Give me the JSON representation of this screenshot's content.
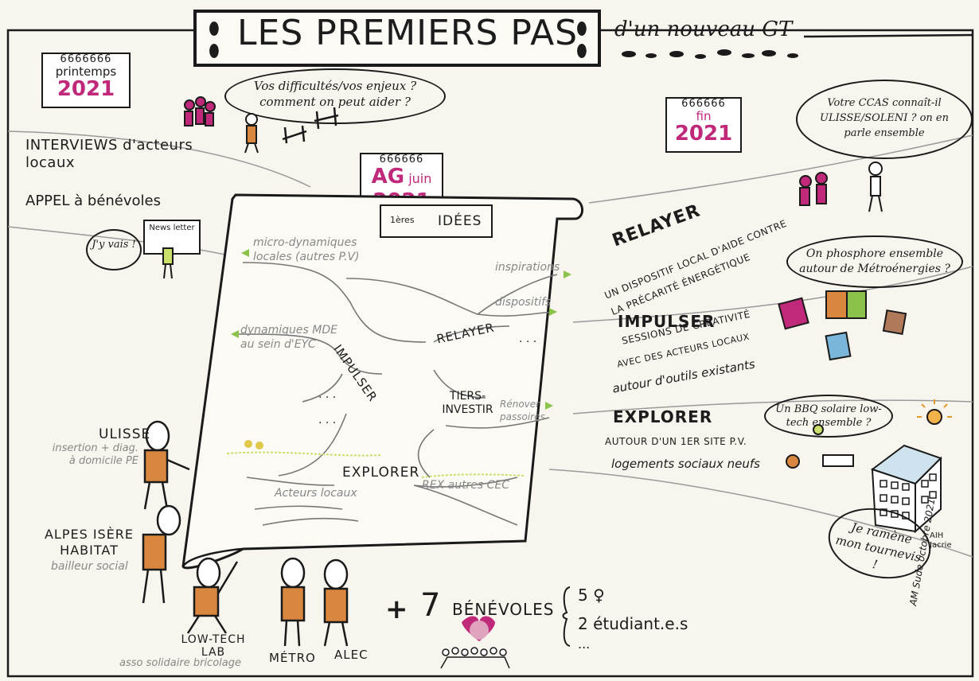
{
  "title": {
    "main": "LES PREMIERS PAS",
    "sub": "d'un nouveau GT"
  },
  "calendars": {
    "spring": {
      "rings": "6666666",
      "month": "printemps",
      "year": "2021"
    },
    "agm": {
      "rings": "666666",
      "prefix": "AG",
      "month": "juin",
      "year": "2021"
    },
    "end": {
      "rings": "666666",
      "month": "fin",
      "year": "2021"
    }
  },
  "left": {
    "bubble_difficulties": "Vos difficultés/vos enjeux ? comment on peut aider ?",
    "interviews": "INTERVIEWS d'acteurs locaux",
    "volunteers_call": "APPEL à bénévoles",
    "jy_vais": "J'y vais !",
    "newsletter": "News letter"
  },
  "scroll": {
    "header_small": "1ères",
    "header": "IDÉES",
    "branches": {
      "micro": "micro-dynamiques locales (autres P.V)",
      "dynamiques": "dynamiques MDE au sein d'EYC",
      "inspirations": "inspirations",
      "dispositifs": "dispositifs",
      "renover": "Rénover passoires",
      "rex": "REX autres CEC",
      "acteurs": "Acteurs locaux"
    },
    "nodes": {
      "impulser": "IMPULSER",
      "relayer": "RELAYER",
      "tiers": "TIERS-INVESTIR",
      "explorer": "EXPLORER"
    },
    "ellipsis": ". . ."
  },
  "right": {
    "bubble_ccas": "Votre CCAS connaît-il ULISSE/SOLENI ? on en parle ensemble",
    "relayer_title": "RELAYER",
    "relayer_desc": "UN DISPOSITIF LOCAL D'AIDE CONTRE LA PRÉCARITÉ ÉNERGÉTIQUE",
    "bubble_phosphore": "On phosphore ensemble autour de Métroénergies ?",
    "impulser_title": "IMPULSER",
    "impulser_desc1": "SESSIONS DE CRÉATIVITÉ",
    "impulser_desc2": "AVEC DES ACTEURS LOCAUX",
    "impulser_desc3": "autour d'outils existants",
    "bubble_bbq": "Un BBQ solaire low-tech ensemble ?",
    "explorer_title": "EXPLORER",
    "explorer_desc1": "AUTOUR D'UN 1ER SITE P.V.",
    "explorer_desc2": "logements sociaux neufs",
    "bubble_tournevis": "Je ramène mon tournevis !",
    "building_label": "AIH Jacrie"
  },
  "partners": {
    "ulisse": "ULISSE",
    "ulisse_sub": "insertion + diag. à domicile PE",
    "alpes": "ALPES ISÈRE HABITAT",
    "alpes_sub": "bailleur social",
    "lowtech": "LOW-TECH LAB",
    "lowtech_sub": "asso solidaire bricolage",
    "metro": "MÉTRO",
    "alec": "ALEC"
  },
  "volunteers": {
    "plus": "+",
    "count": "7",
    "label": "BÉNÉVOLES",
    "women": "5 ♀",
    "students": "2 étudiant.e.s",
    "more": "..."
  },
  "signature": "AM Sude octobre 2021",
  "colors": {
    "accent": "#c0287a",
    "orange": "#d9863e",
    "green": "#8bc34a",
    "blue": "#7ab6d9",
    "ink": "#1a1a1a"
  }
}
